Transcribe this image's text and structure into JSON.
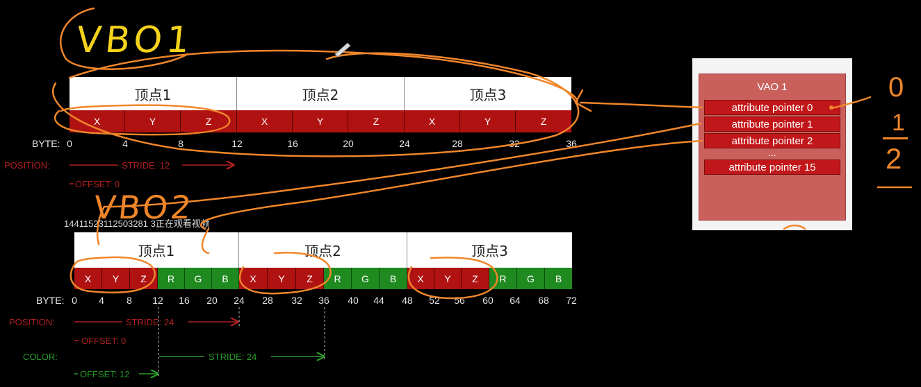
{
  "vbo1": {
    "handwritten_title": "VBO1",
    "vertices": [
      "顶点1",
      "顶点2",
      "顶点3"
    ],
    "components": [
      "X",
      "Y",
      "Z",
      "X",
      "Y",
      "Z",
      "X",
      "Y",
      "Z"
    ],
    "byte_label": "BYTE:",
    "bytes": [
      "0",
      "4",
      "8",
      "12",
      "16",
      "20",
      "24",
      "28",
      "32",
      "36"
    ],
    "position_label": "POSITION:",
    "stride_label": "STRIDE: 12",
    "offset_label": "OFFSET: 0"
  },
  "vbo2": {
    "handwritten_title": "VBO2",
    "vertices": [
      "顶点1",
      "顶点2",
      "顶点3"
    ],
    "components": [
      "X",
      "Y",
      "Z",
      "R",
      "G",
      "B",
      "X",
      "Y",
      "Z",
      "R",
      "G",
      "B",
      "X",
      "Y",
      "Z",
      "R",
      "G",
      "B"
    ],
    "byte_label": "BYTE:",
    "bytes": [
      "0",
      "4",
      "8",
      "12",
      "16",
      "20",
      "24",
      "28",
      "32",
      "36",
      "40",
      "44",
      "48",
      "52",
      "56",
      "60",
      "64",
      "68",
      "72"
    ],
    "position_label": "POSITION:",
    "position_stride_label": "STRIDE: 24",
    "position_offset_label": "OFFSET: 0",
    "color_label": "COLOR:",
    "color_stride_label": "STRIDE: 24",
    "color_offset_label": "OFFSET: 12"
  },
  "vao": {
    "title": "VAO 1",
    "pointers": [
      "attribute pointer 0",
      "attribute pointer 1",
      "attribute pointer 2",
      "attribute pointer 15"
    ],
    "ellipsis": "..."
  },
  "handwritten_numbers": [
    "0",
    "1",
    "2"
  ],
  "watermark": "14411523112503281 3正在观看视频",
  "colors": {
    "position_red": "#b01212",
    "color_green": "#1f8a1f",
    "annotation_orange": "#f0862a",
    "handwriting_yellow": "#f5d21c"
  }
}
